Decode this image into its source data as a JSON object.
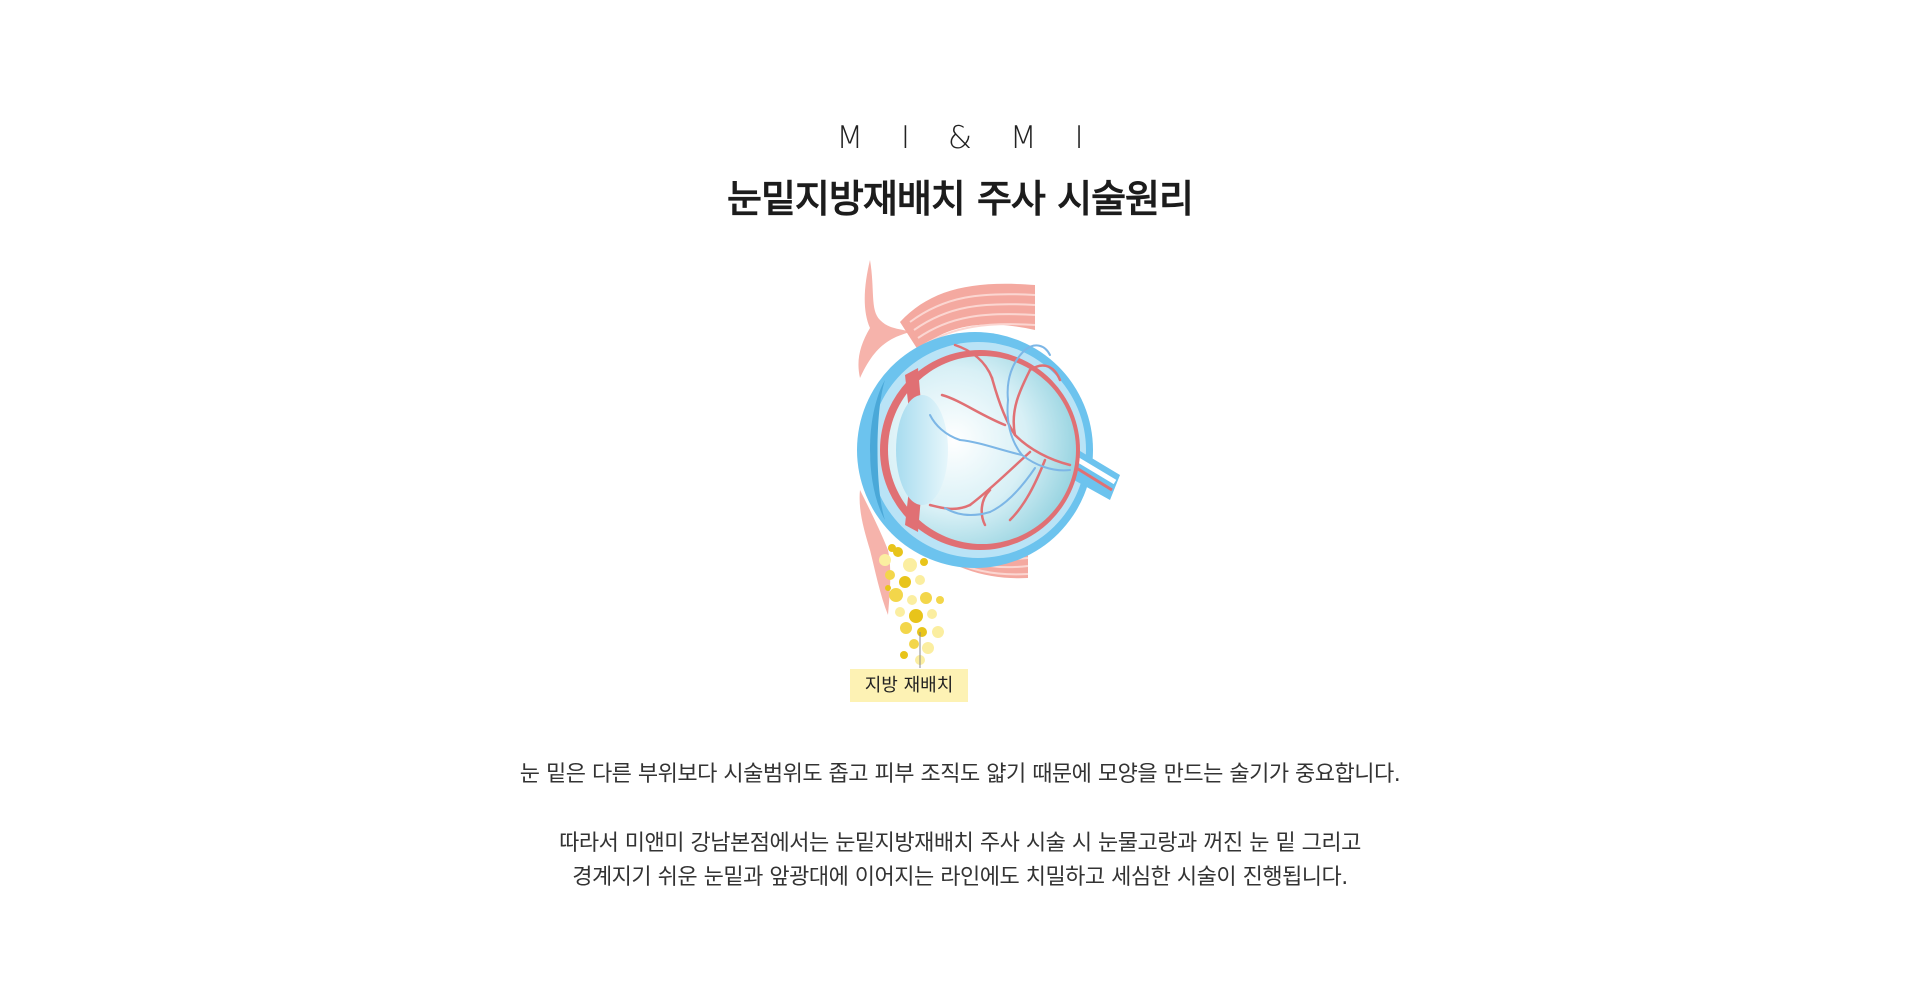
{
  "header": {
    "brand": "M I & M I",
    "title": "눈밑지방재배치 주사 시술원리"
  },
  "figure": {
    "fat_label": "지방 재배치",
    "colors": {
      "muscle": "#f4a9a0",
      "sclera_blue": "#6cc3ee",
      "vessel_red": "#e07074",
      "vessel_blue": "#7cb6e6",
      "fat_yellow": "#e8c41a",
      "label_bg": "#fdf2b4"
    }
  },
  "description": {
    "line1": "눈 밑은 다른 부위보다 시술범위도 좁고 피부 조직도 얇기 때문에 모양을 만드는 술기가 중요합니다.",
    "line2": "따라서 미앤미 강남본점에서는 눈밑지방재배치 주사 시술 시 눈물고랑과 꺼진 눈 밑 그리고",
    "line3": "경계지기 쉬운 눈밑과 앞광대에 이어지는 라인에도 치밀하고 세심한 시술이 진행됩니다."
  }
}
